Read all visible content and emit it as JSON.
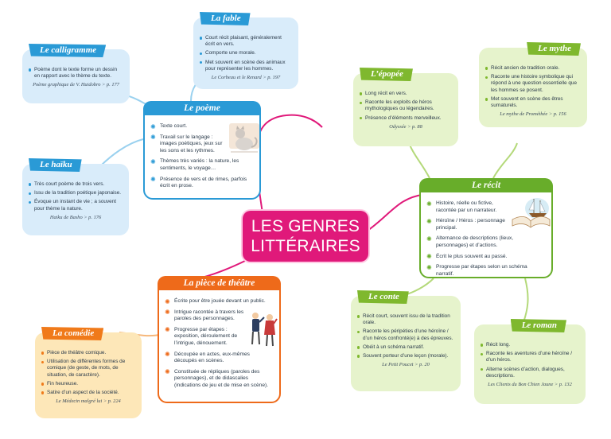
{
  "title": {
    "line1": "LES GENRES",
    "line2": "LITTÉRAIRES"
  },
  "colors": {
    "blue": "#2a9ad6",
    "green": "#68ad2a",
    "orange": "#ee6a1a",
    "pink": "#e0197a"
  },
  "calligramme": {
    "title": "Le calligramme",
    "items": [
      "Poème dont le texte forme un dessin en rapport avec le thème du texte."
    ],
    "ref": "Poème graphique de V. Huidobro > p. 177"
  },
  "fable": {
    "title": "La fable",
    "items": [
      "Court récit plaisant, généralement écrit en vers.",
      "Comporte une morale.",
      "Met souvent en scène des animaux pour représenter les hommes."
    ],
    "ref": "Le Corbeau et le Renard > p. 197"
  },
  "poeme": {
    "title": "Le poème",
    "items": [
      "Texte court.",
      "Travail sur le langage : images poétiques, jeux sur les sons et les rythmes.",
      "Thèmes très variés : la nature, les sentiments, le voyage…",
      "Présence de vers et de rimes, parfois écrit en prose."
    ],
    "icon": "cat-illustration"
  },
  "haiku": {
    "title": "Le haïku",
    "items": [
      "Très court poème de trois vers.",
      "Issu de la tradition poétique japonaise.",
      "Évoque un instant de vie ; a souvent pour thème la nature."
    ],
    "ref": "Haiku de Basho > p. 176"
  },
  "epopee": {
    "title": "L’épopée",
    "items": [
      "Long récit en vers.",
      "Raconte les exploits de héros mythologiques ou légendaires.",
      "Présence d’éléments merveilleux."
    ],
    "ref": "Odyssée > p. 88"
  },
  "mythe": {
    "title": "Le mythe",
    "items": [
      "Récit ancien de tradition orale.",
      "Raconte une histoire symbolique qui répond à une question essentielle que les hommes se posent.",
      "Met souvent en scène des êtres surnaturels."
    ],
    "ref": "Le mythe de Prométhée > p. 156"
  },
  "recit": {
    "title": "Le récit",
    "items": [
      "Histoire, réelle ou fictive, racontée par un narrateur.",
      "Héroïne / Héros : personnage principal.",
      "Alternance de descriptions (lieux, personnages) et d’actions.",
      "Écrit le plus souvent au passé.",
      "Progresse par étapes selon un schéma narratif."
    ],
    "icon": "open-book-ship-illustration"
  },
  "theatre": {
    "title": "La pièce de théâtre",
    "items": [
      "Écrite pour être jouée devant un public.",
      "Intrigue racontée à travers les paroles des personnages.",
      "Progresse par étapes : exposition, déroulement de l’intrigue, dénouement.",
      "Découpée en actes, eux-mêmes découpés en scènes.",
      "Constituée de répliques (paroles des personnages), et de didascalies (indications de jeu et de mise en scène)."
    ],
    "icon": "actors-illustration"
  },
  "comedie": {
    "title": "La comédie",
    "items": [
      "Pièce de théâtre comique.",
      "Utilisation de différentes formes de comique (de geste, de mots, de situation, de caractère).",
      "Fin heureuse.",
      "Satire d’un aspect de la société."
    ],
    "ref": "Le Médecin malgré lui > p. 224"
  },
  "conte": {
    "title": "Le conte",
    "items": [
      "Récit court, souvent issu de la tradition orale.",
      "Raconte les péripéties d’une héroïne / d’un héros confronté(e) à des épreuves.",
      "Obéit à un schéma narratif.",
      "Souvent porteur d’une leçon (morale)."
    ],
    "ref": "Le Petit Poucet > p. 20"
  },
  "roman": {
    "title": "Le roman",
    "items": [
      "Récit long.",
      "Raconte les aventures d’une héroïne / d’un héros.",
      "Alterne scènes d’action, dialogues, descriptions."
    ],
    "ref": "Les Clients du Bon Chien Jaune > p. 132"
  }
}
